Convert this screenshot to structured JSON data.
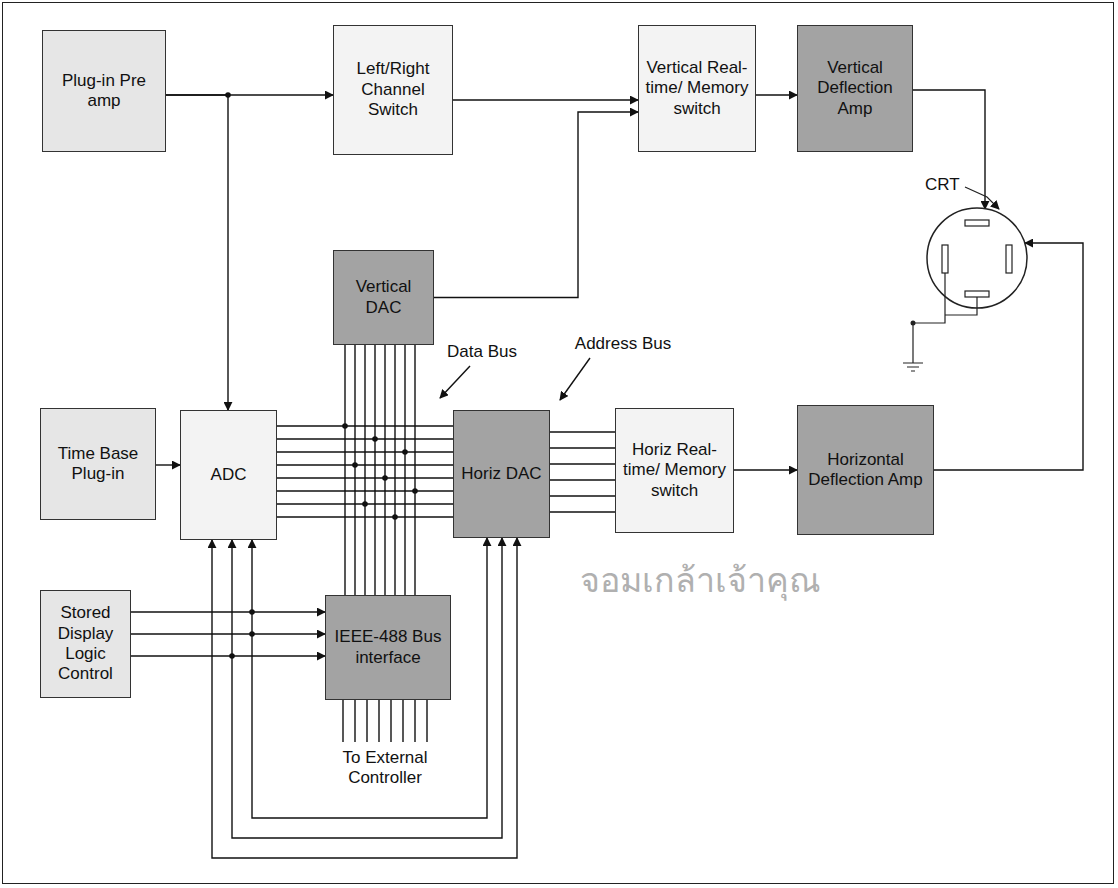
{
  "diagram": {
    "nodes": [
      {
        "text": [
          "Plug-in Pre amp"
        ]
      },
      {
        "text": [
          "Left/Right Channel Switch"
        ]
      },
      {
        "text": [
          "Vertical Real-time/ Memory switch"
        ]
      },
      {
        "text": [
          "Vertical Deflection Amp"
        ]
      },
      {
        "text": [
          "CRT"
        ]
      },
      {
        "text": [
          "Vertical DAC"
        ]
      },
      {
        "text": [
          "Time Base Plug-in"
        ]
      },
      {
        "text": [
          "ADC"
        ]
      },
      {
        "text": [
          "Horiz DAC"
        ]
      },
      {
        "text": [
          "Horiz Real-time/ Memory switch"
        ]
      },
      {
        "text": [
          "Horizontal Deflection Amp"
        ]
      },
      {
        "text": [
          "Stored Display Logic Control"
        ]
      },
      {
        "text": [
          "IEEE-488 Bus interface"
        ]
      }
    ],
    "edges": [
      {
        "from": 0,
        "to": 1,
        "arrow": "to"
      },
      {
        "from": 0,
        "to": 7,
        "arrow": "to"
      },
      {
        "from": 1,
        "to": 2,
        "arrow": "to"
      },
      {
        "from": 2,
        "to": 3,
        "arrow": "to"
      },
      {
        "from": 3,
        "to": 4,
        "arrow": "to"
      },
      {
        "from": 5,
        "to": 2,
        "arrow": "to"
      },
      {
        "from": 6,
        "to": 7,
        "arrow": "to"
      },
      {
        "from": 9,
        "to": 10,
        "arrow": "to"
      },
      {
        "from": 10,
        "to": 4,
        "arrow": "to"
      },
      {
        "from": 11,
        "to": 12,
        "arrow": "to"
      },
      {
        "from": 7,
        "to": 8,
        "arrow": "none"
      },
      {
        "from": 5,
        "to": 12,
        "arrow": "none"
      },
      {
        "from": 8,
        "to": 9,
        "arrow": "none"
      },
      {
        "from": 7,
        "to": 8,
        "arrow": "both"
      }
    ],
    "labels": [
      "Data Bus",
      "Address Bus",
      "To External Controller",
      "จอมเกล้าเจ้าคุณ"
    ]
  }
}
